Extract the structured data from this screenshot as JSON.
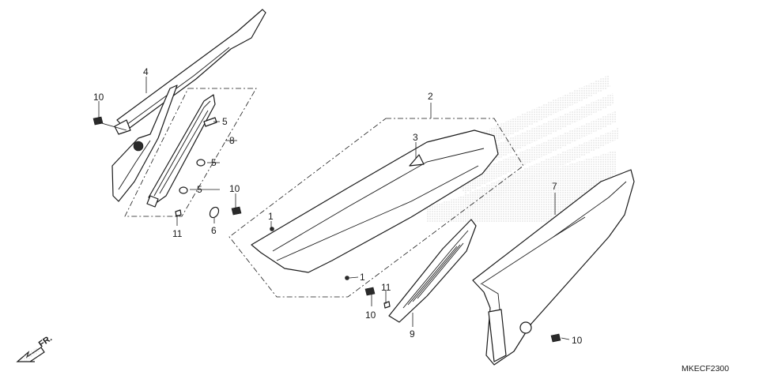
{
  "diagram_code": "MKECF2300",
  "direction_label": "FR.",
  "callouts": {
    "c1a": "1",
    "c1b": "1",
    "c2": "2",
    "c3": "3",
    "c4": "4",
    "c5a": "5",
    "c5b": "5",
    "c5c": "5",
    "c6": "6",
    "c7": "7",
    "c8": "8",
    "c9": "9",
    "c10a": "10",
    "c10b": "10",
    "c10c": "10",
    "c10d": "10",
    "c11a": "11",
    "c11b": "11"
  },
  "colors": {
    "line": "#1a1a1a",
    "watermark": "#c4c4c4",
    "background": "#ffffff"
  }
}
